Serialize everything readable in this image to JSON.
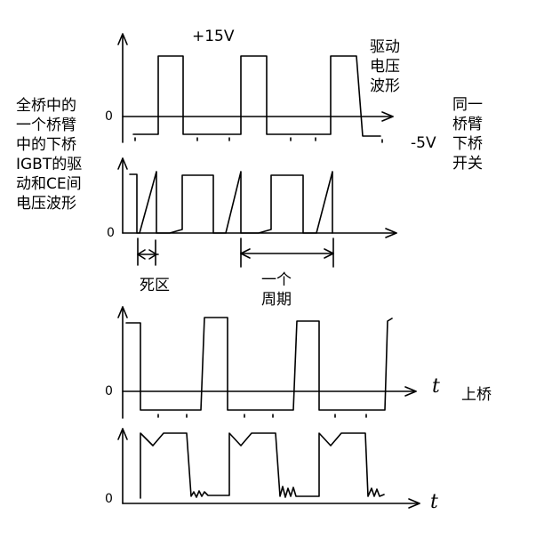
{
  "labels": {
    "top_voltage": "+15V",
    "drive_waveform": "驱动\n电压\n波形",
    "left_description": "全桥中的\n一个桥臂\n中的下桥\nIGBT的驱\n动和CE间\n电压波形",
    "right_description": "同一\n桥臂\n下桥\n开关",
    "neg_voltage": "-5V",
    "zero_1": "0",
    "zero_2": "0",
    "zero_3": "0",
    "zero_4": "0",
    "dead_zone": "死区",
    "period": "一个\n周期",
    "t_axis_1": "t",
    "t_axis_2": "t",
    "upper_bridge": "上桥"
  },
  "colors": {
    "stroke": "#000000",
    "background": "#ffffff"
  }
}
